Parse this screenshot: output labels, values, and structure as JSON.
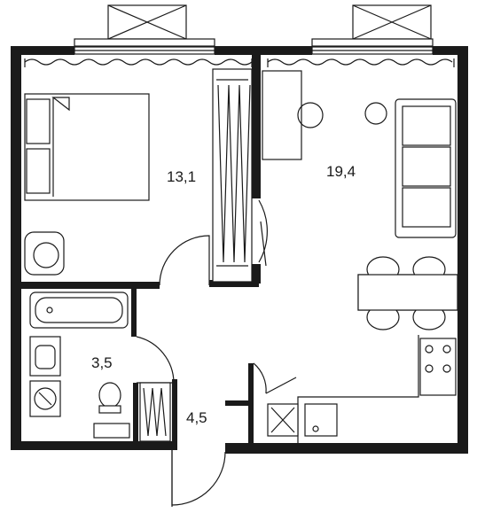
{
  "rooms": [
    {
      "id": "bedroom",
      "area": "13,1"
    },
    {
      "id": "living-kitchen",
      "area": "19,4"
    },
    {
      "id": "bathroom",
      "area": "3,5"
    },
    {
      "id": "hallway",
      "area": "4,5"
    }
  ],
  "colors": {
    "wall": "#1a1a1a",
    "background": "#ffffff"
  }
}
